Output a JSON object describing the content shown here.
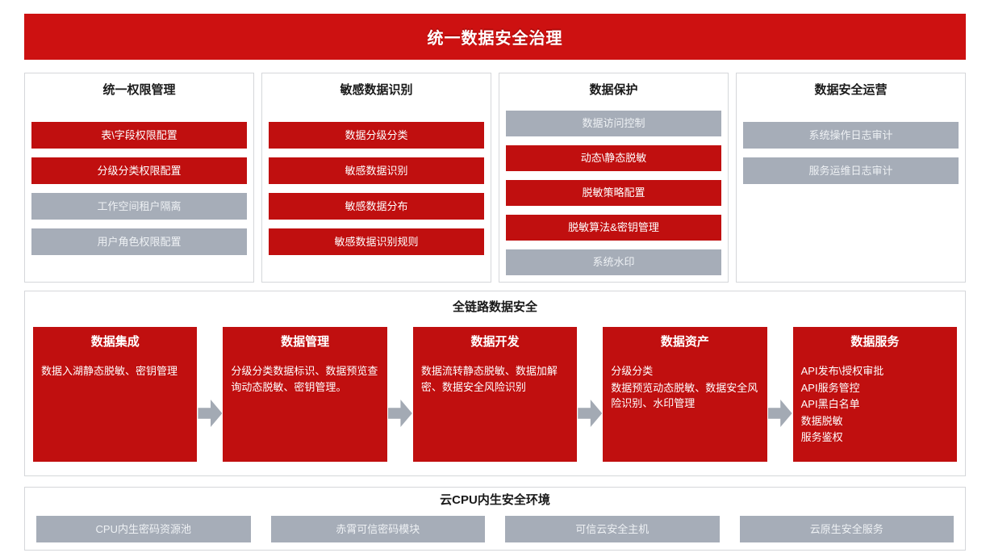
{
  "banner": {
    "title": "统一数据安全治理"
  },
  "columns": [
    {
      "title": "统一权限管理",
      "items": [
        {
          "label": "表\\字段权限配置",
          "variant": "red"
        },
        {
          "label": "分级分类权限配置",
          "variant": "red"
        },
        {
          "label": "工作空间租户隔离",
          "variant": "gray"
        },
        {
          "label": "用户角色权限配置",
          "variant": "gray"
        }
      ]
    },
    {
      "title": "敏感数据识别",
      "items": [
        {
          "label": "数据分级分类",
          "variant": "red"
        },
        {
          "label": "敏感数据识别",
          "variant": "red"
        },
        {
          "label": "敏感数据分布",
          "variant": "red"
        },
        {
          "label": "敏感数据识别规则",
          "variant": "red"
        }
      ]
    },
    {
      "title": "数据保护",
      "items": [
        {
          "label": "数据访问控制",
          "variant": "gray"
        },
        {
          "label": "动态\\静态脱敏",
          "variant": "red"
        },
        {
          "label": "脱敏策略配置",
          "variant": "red"
        },
        {
          "label": "脱敏算法&密钥管理",
          "variant": "red"
        },
        {
          "label": "系统水印",
          "variant": "gray"
        }
      ]
    },
    {
      "title": "数据安全运营",
      "items": [
        {
          "label": "系统操作日志审计",
          "variant": "gray"
        },
        {
          "label": "服务运维日志审计",
          "variant": "gray"
        }
      ]
    }
  ],
  "chain": {
    "title": "全链路数据安全",
    "stages": [
      {
        "title": "数据集成",
        "lines": [
          "数据入湖静态脱敏、密钥管理"
        ]
      },
      {
        "title": "数据管理",
        "lines": [
          "分级分类数据标识、数据预览查询动态脱敏、密钥管理。"
        ]
      },
      {
        "title": "数据开发",
        "lines": [
          "数据流转静态脱敏、数据加解密、数据安全风险识别"
        ]
      },
      {
        "title": "数据资产",
        "lines": [
          "分级分类",
          "数据预览动态脱敏、数据安全风险识别、水印管理"
        ]
      },
      {
        "title": "数据服务",
        "lines": [
          "API发布\\授权审批",
          "API服务管控",
          "API黑白名单",
          "数据脱敏",
          "服务鉴权"
        ]
      }
    ]
  },
  "foundation": {
    "title": "云CPU内生安全环境",
    "items": [
      "CPU内生密码资源池",
      "赤霄可信密码模块",
      "可信云安全主机",
      "云原生安全服务"
    ]
  },
  "colors": {
    "banner_red": "#cd1111",
    "box_red": "#c00f0f",
    "box_gray": "#a6adb8",
    "arrow_gray": "#a3aab4"
  }
}
